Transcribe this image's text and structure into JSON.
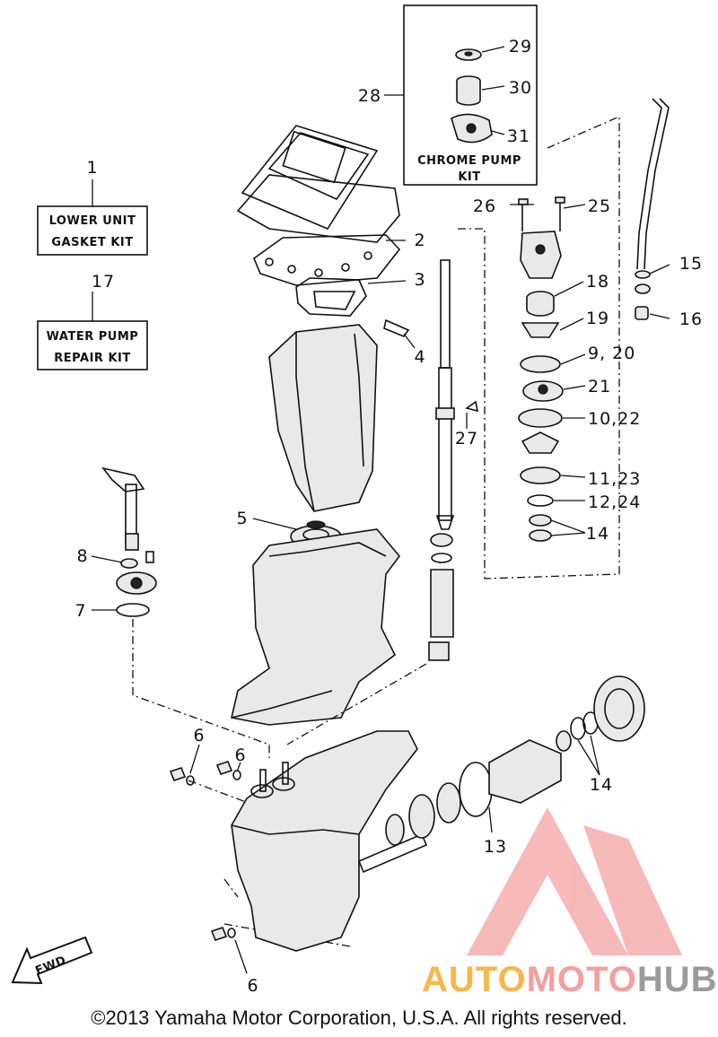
{
  "callouts": [
    {
      "id": "c1",
      "text": "1"
    },
    {
      "id": "c17",
      "text": "17"
    },
    {
      "id": "c28",
      "text": "28"
    },
    {
      "id": "c29",
      "text": "29"
    },
    {
      "id": "c30",
      "text": "30"
    },
    {
      "id": "c31",
      "text": "31"
    },
    {
      "id": "c2",
      "text": "2"
    },
    {
      "id": "c3",
      "text": "3"
    },
    {
      "id": "c4",
      "text": "4"
    },
    {
      "id": "c5",
      "text": "5"
    },
    {
      "id": "c6a",
      "text": "6"
    },
    {
      "id": "c6b",
      "text": "6"
    },
    {
      "id": "c6c",
      "text": "6"
    },
    {
      "id": "c7",
      "text": "7"
    },
    {
      "id": "c8",
      "text": "8"
    },
    {
      "id": "c13",
      "text": "13"
    },
    {
      "id": "c14a",
      "text": "14"
    },
    {
      "id": "c14b",
      "text": "14"
    },
    {
      "id": "c15",
      "text": "15"
    },
    {
      "id": "c16",
      "text": "16"
    },
    {
      "id": "c18",
      "text": "18"
    },
    {
      "id": "c19",
      "text": "19"
    },
    {
      "id": "c20",
      "text": "9, 20"
    },
    {
      "id": "c21",
      "text": "21"
    },
    {
      "id": "c22",
      "text": "10,22"
    },
    {
      "id": "c23",
      "text": "11,23"
    },
    {
      "id": "c24",
      "text": "12,24"
    },
    {
      "id": "c25",
      "text": "25"
    },
    {
      "id": "c26",
      "text": "26"
    },
    {
      "id": "c27",
      "text": "27"
    }
  ],
  "kits": {
    "lower_unit": {
      "line1": "LOWER UNIT",
      "line2": "GASKET KIT"
    },
    "water_pump": {
      "line1": "WATER PUMP",
      "line2": "REPAIR KIT"
    },
    "chrome_pump": {
      "line1": "CHROME PUMP",
      "line2": "KIT"
    }
  },
  "fwd_label": "FWD",
  "watermark": {
    "part1": "AUTO",
    "part2": "MOTO",
    "part3": "HUB",
    "colors": {
      "auto": "#f6b84a",
      "moto": "#f3a0a0",
      "hub": "#9b9b9b",
      "logo": "#f08080"
    }
  },
  "copyright": "©2013 Yamaha Motor Corporation, U.S.A. All rights reserved."
}
